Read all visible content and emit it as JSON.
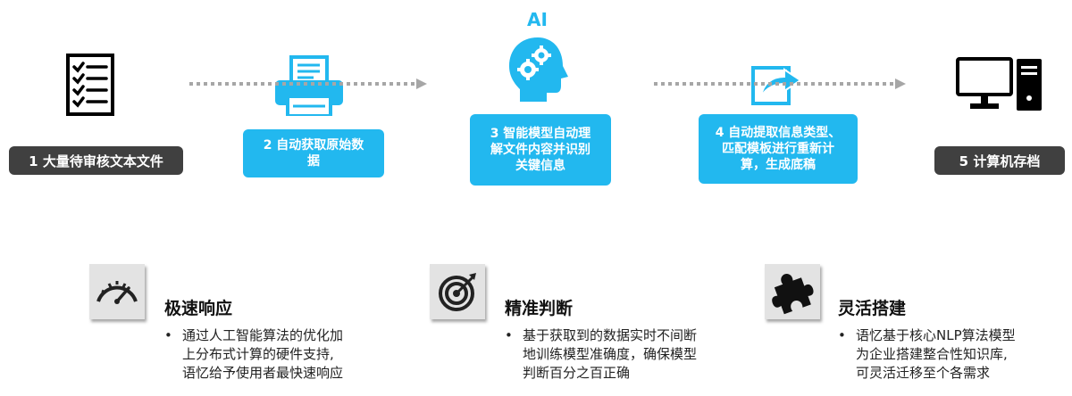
{
  "flow": {
    "ai_label": "AI",
    "step1": "1 大量待审核文本文件",
    "step2_lines": [
      "2 自动获取原始数",
      "据"
    ],
    "step3_lines": [
      "3 智能模型自动理",
      "解文件内容并识别",
      "关键信息"
    ],
    "step4_lines": [
      "4 自动提取信息类型、",
      "匹配模板进行重新计",
      "算，生成底稿"
    ],
    "step5": "5 计算机存档"
  },
  "features": [
    {
      "icon": "speedometer-icon",
      "title": "极速响应",
      "lines": [
        "通过人工智能算法的优化加",
        "上分布式计算的硬件支持,",
        "语忆给予使用者最快速响应"
      ]
    },
    {
      "icon": "target-icon",
      "title": "精准判断",
      "lines": [
        "基于获取到的数据实时不间断",
        "地训练模型准确度，确保模型",
        "判断百分之百正确"
      ]
    },
    {
      "icon": "puzzle-icon",
      "title": "灵活搭建",
      "lines": [
        "语忆基于核心NLP算法模型",
        "为企业搭建整合性知识库,",
        "可灵活迁移至个各需求"
      ]
    }
  ],
  "colors": {
    "accent": "#22b8ef",
    "dark_box": "#404040",
    "arrow": "#a6a6a6",
    "icon_bg": "#e3e3e3"
  }
}
